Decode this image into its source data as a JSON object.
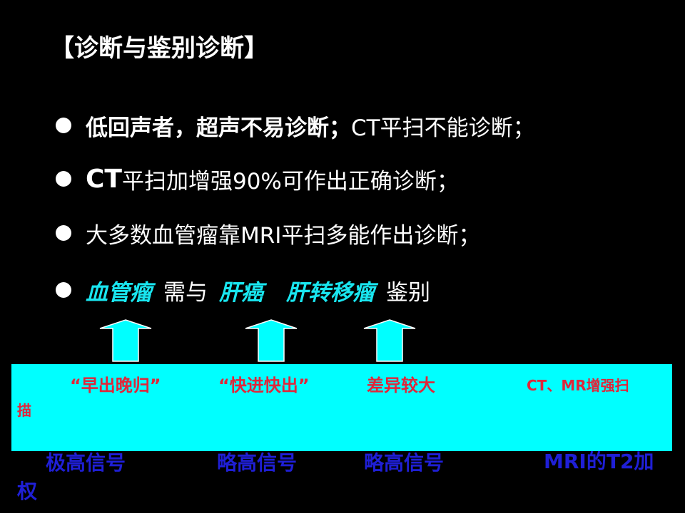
{
  "title": "【诊断与鉴别诊断】",
  "bullets": {
    "b1": {
      "bold": "低回声者，超声不易诊断；",
      "rest": "CT平扫不能诊断；"
    },
    "b2": {
      "bold": "CT",
      "rest": "平扫加增强90%可作出正确诊断；"
    },
    "b3": {
      "text": "大多数血管瘤靠MRI平扫多能作出诊断；"
    },
    "b4": {
      "term1": "血管瘤",
      "mid1": "需与",
      "term2": "肝癌",
      "term3": "肝转移瘤",
      "end": "鉴别"
    }
  },
  "box": {
    "ct_labels": [
      "“早出晚归”",
      "“快进快出”",
      "差异较大"
    ],
    "ct_mr_label_line1": "CT、MR增强扫",
    "ct_mr_label_line2": "描",
    "mri_labels": [
      "极高信号",
      "略高信号",
      "略高信号"
    ],
    "mri_t2_line1": "MRI的T2加",
    "mri_t2_line2": "权"
  },
  "colors": {
    "background": "#000000",
    "text": "#ffffff",
    "highlight_cyan": "#19e6f0",
    "box": "#00ffff",
    "red": "#e0263a",
    "blue": "#1f1fd6"
  },
  "icons": [
    "bullet-dot",
    "up-arrow"
  ]
}
